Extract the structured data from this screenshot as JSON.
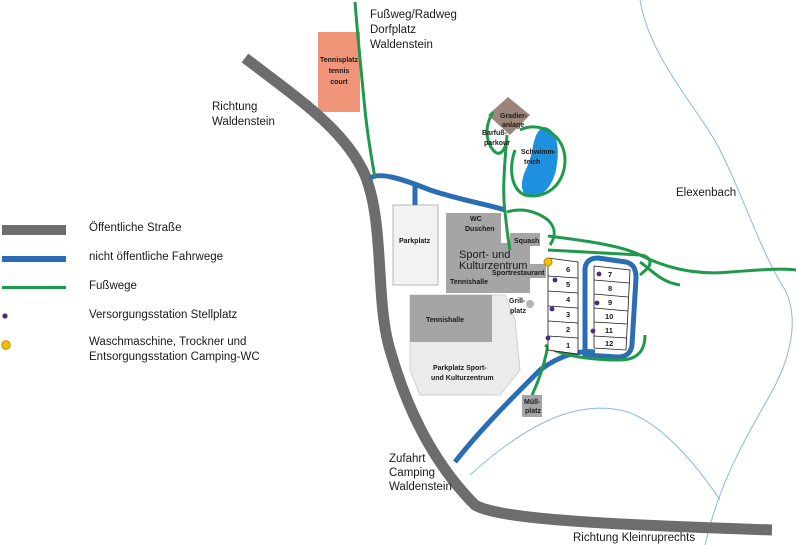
{
  "labels": {
    "fussweg_radweg": "Fußweg/Radweg",
    "dorfplatz": "Dorfplatz",
    "waldenstein_top": "Waldenstein",
    "richtung": "Richtung",
    "waldenstein_left": "Waldenstein",
    "elexenbach": "Elexenbach",
    "zufahrt": "Zufahrt",
    "camping": "Camping",
    "waldenstein_bottom": "Waldenstein",
    "richtung_kleinruprechts": "Richtung Kleinruprechts",
    "tennisplatz": "Tennisplatz",
    "tennis_en": "tennis",
    "court": "court",
    "gradier1": "Gradier-",
    "gradier2": "anlage",
    "barfuss1": "Barfuß-",
    "barfuss2": "parkour",
    "schwimm1": "Schwimm-",
    "schwimm2": "teich",
    "parkplatz": "Parkplatz",
    "wc": "WC",
    "duschen": "Duschen",
    "squash": "Squash",
    "sport1": "Sport- und",
    "sport2": "Kulturzentrum",
    "sportrestaurant": "Sportrestaurant",
    "tennishalle_small": "Tennishalle",
    "tennishalle_big": "Tennishalle",
    "grill1": "Grill-",
    "grill2": "platz",
    "parkplatz_sport1": "Parkplatz Sport-",
    "parkplatz_sport2": "und Kulturzentrum",
    "muell1": "Müll-",
    "muell2": "platz"
  },
  "pitches_left": [
    "6",
    "5",
    "4",
    "3",
    "2",
    "1"
  ],
  "pitches_right": [
    "7",
    "8",
    "9",
    "10",
    "11",
    "12"
  ],
  "legend": [
    {
      "text": "Öffentliche Straße",
      "symbol": "road-public"
    },
    {
      "text": "nicht öffentliche Fahrwege",
      "symbol": "road-private"
    },
    {
      "text": "Fußwege",
      "symbol": "footpath"
    },
    {
      "text": "Versorgungsstation Stellplatz",
      "symbol": "supply-dot"
    },
    {
      "text": "Waschmaschine, Trockner und",
      "text2": "Entsorgungsstation Camping-WC",
      "symbol": "service-dot"
    }
  ],
  "colors": {
    "public_road": "#6d6d6d",
    "private_road": "#2a6db5",
    "footpath": "#1f9a4a",
    "water": "#1e90e0",
    "stream": "#8ab8e0",
    "building": "#a5a5a5",
    "tennis_court": "#f0947a",
    "gradier": "#9c8479",
    "supply_dot": "#4a2a7a",
    "service_dot": "#f2c200"
  }
}
